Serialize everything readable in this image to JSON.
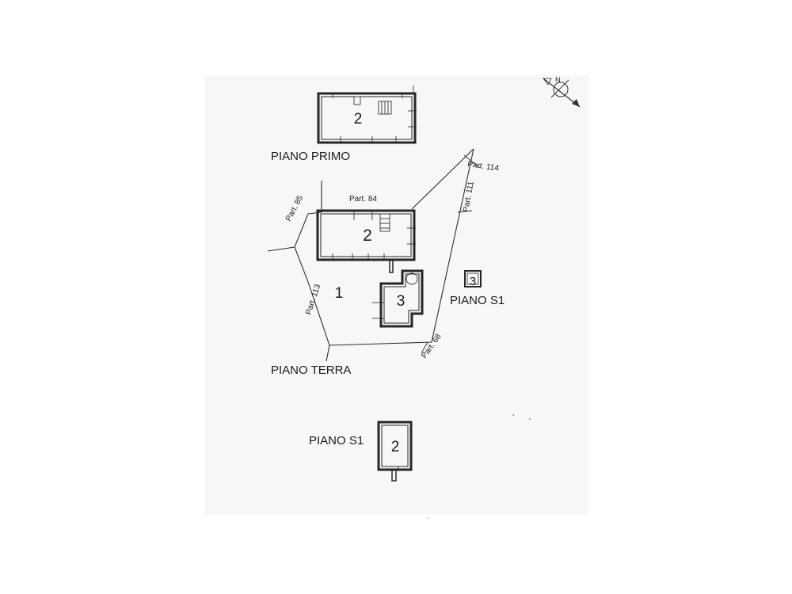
{
  "floors": {
    "primo": "PIANO PRIMO",
    "terra": "PIANO TERRA",
    "s1_right": "PIANO S1",
    "s1_bottom": "PIANO S1"
  },
  "rooms": {
    "primo_unit": "2",
    "terra_unit": "2",
    "courtyard": "1",
    "annex": "3",
    "s1_small": "3",
    "s1_bottom": "2"
  },
  "parcels": {
    "p84": "Part. 84",
    "p85": "Part. 85",
    "p113": "Part. 113",
    "p114": "Part. 114",
    "p111": "Part. 111",
    "p68": "Part. 68"
  },
  "compass": {
    "north": "N"
  }
}
